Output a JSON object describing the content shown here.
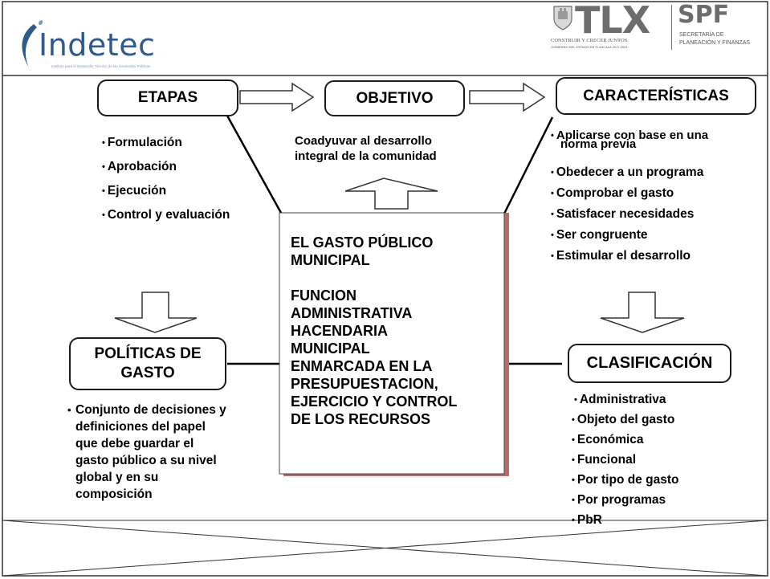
{
  "header": {
    "indetec_logo": {
      "name": "Indetec",
      "tagline": "Instituto para el Desarrollo Técnico de las Haciendas Públicas"
    },
    "tlx_logo": {
      "name": "TLX",
      "tagline_line1": "CONSTRUIR Y CRECER JUNTOS",
      "tagline_line2": "GOBIERNO DEL ESTADO DE TLAXCALA 2017-2021"
    },
    "spf_logo": {
      "name": "SPF",
      "line1": "SECRETARÍA DE",
      "line2": "PLANEACIÓN Y FINANZAS"
    }
  },
  "etapas": {
    "title": "ETAPAS",
    "items": [
      "Formulación",
      "Aprobación",
      "Ejecución",
      "Control y  evaluación"
    ]
  },
  "objetivo": {
    "title": "OBJETIVO",
    "text_line1": "Coadyuvar al desarrollo",
    "text_line2": "integral de la comunidad"
  },
  "caracteristicas": {
    "title": "CARACTERÍSTICAS",
    "first_line1": "Aplicarse con base en una",
    "first_line2": "norma previa",
    "items": [
      "Obedecer a un programa",
      "Comprobar el gasto",
      "Satisfacer necesidades",
      "Ser congruente",
      "Estimular el desarrollo"
    ]
  },
  "center": {
    "title_line1": "EL GASTO PÚBLICO",
    "title_line2": "MUNICIPAL",
    "body_lines": [
      "FUNCION",
      "ADMINISTRATIVA",
      "HACENDARIA",
      "MUNICIPAL",
      "ENMARCADA EN LA",
      "PRESUPUESTACION,",
      "EJERCICIO Y CONTROL",
      "DE LOS RECURSOS"
    ]
  },
  "politicas": {
    "title_line1": "POLÍTICAS DE",
    "title_line2": "GASTO",
    "text_lines": [
      "Conjunto de decisiones y",
      "definiciones del papel",
      "que debe guardar el",
      "gasto público a su nivel",
      "global y en su",
      "composición"
    ]
  },
  "clasificacion": {
    "title": "CLASIFICACIÓN",
    "items": [
      "Administrativa",
      "Objeto del gasto",
      "Económica",
      "Funcional",
      "Por tipo de gasto",
      "Por programas",
      "PbR"
    ]
  },
  "bullet_char": "•",
  "colors": {
    "center_shadow": "#b86b6b",
    "border": "#1a1a1a",
    "indetec_blue": "#2f5a8c",
    "tlx_gray": "#6d6d6d"
  }
}
